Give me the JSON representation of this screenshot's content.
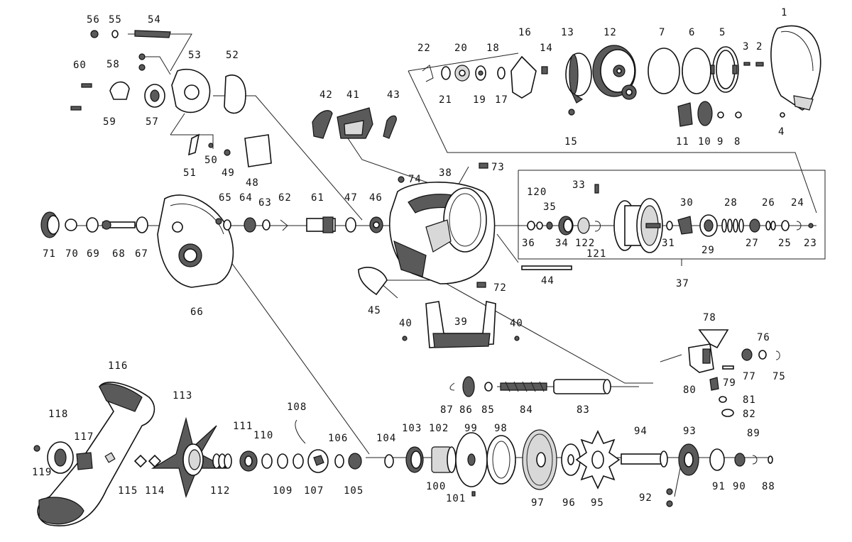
{
  "labels": {
    "n1": "1",
    "n2": "2",
    "n3": "3",
    "n4": "4",
    "n5": "5",
    "n6": "6",
    "n7": "7",
    "n8": "8",
    "n9": "9",
    "n10": "10",
    "n11": "11",
    "n12": "12",
    "n13": "13",
    "n14": "14",
    "n15": "15",
    "n16": "16",
    "n17": "17",
    "n18": "18",
    "n19": "19",
    "n20": "20",
    "n21": "21",
    "n22": "22",
    "n23": "23",
    "n24": "24",
    "n25": "25",
    "n26": "26",
    "n27": "27",
    "n28": "28",
    "n29": "29",
    "n30": "30",
    "n31": "31",
    "n33": "33",
    "n34": "34",
    "n35": "35",
    "n36": "36",
    "n37": "37",
    "n38": "38",
    "n39": "39",
    "n40": "40",
    "n41": "41",
    "n42": "42",
    "n43": "43",
    "n44": "44",
    "n45": "45",
    "n46": "46",
    "n47": "47",
    "n48": "48",
    "n49": "49",
    "n50": "50",
    "n51": "51",
    "n52": "52",
    "n53": "53",
    "n54": "54",
    "n55": "55",
    "n56": "56",
    "n57": "57",
    "n58": "58",
    "n59": "59",
    "n60": "60",
    "n61": "61",
    "n62": "62",
    "n63": "63",
    "n64": "64",
    "n65": "65",
    "n66": "66",
    "n67": "67",
    "n68": "68",
    "n69": "69",
    "n70": "70",
    "n71": "71",
    "n72": "72",
    "n73": "73",
    "n74": "74",
    "n75": "75",
    "n76": "76",
    "n77": "77",
    "n78": "78",
    "n79": "79",
    "n80": "80",
    "n81": "81",
    "n82": "82",
    "n83": "83",
    "n84": "84",
    "n85": "85",
    "n86": "86",
    "n87": "87",
    "n88": "88",
    "n89": "89",
    "n90": "90",
    "n91": "91",
    "n92": "92",
    "n93": "93",
    "n94": "94",
    "n95": "95",
    "n96": "96",
    "n97": "97",
    "n98": "98",
    "n99": "99",
    "n100": "100",
    "n101": "101",
    "n102": "102",
    "n103": "103",
    "n104": "104",
    "n105": "105",
    "n106": "106",
    "n107": "107",
    "n108": "108",
    "n109": "109",
    "n110": "110",
    "n111": "111",
    "n112": "112",
    "n113": "113",
    "n114": "114",
    "n115": "115",
    "n116": "116",
    "n117": "117",
    "n118": "118",
    "n119": "119",
    "n120": "120",
    "n121": "121",
    "n122": "122"
  },
  "colors": {
    "ink": "#111111",
    "fill_dark": "#5a5a5a",
    "fill_light": "#d8d8d8",
    "paper": "#ffffff"
  }
}
